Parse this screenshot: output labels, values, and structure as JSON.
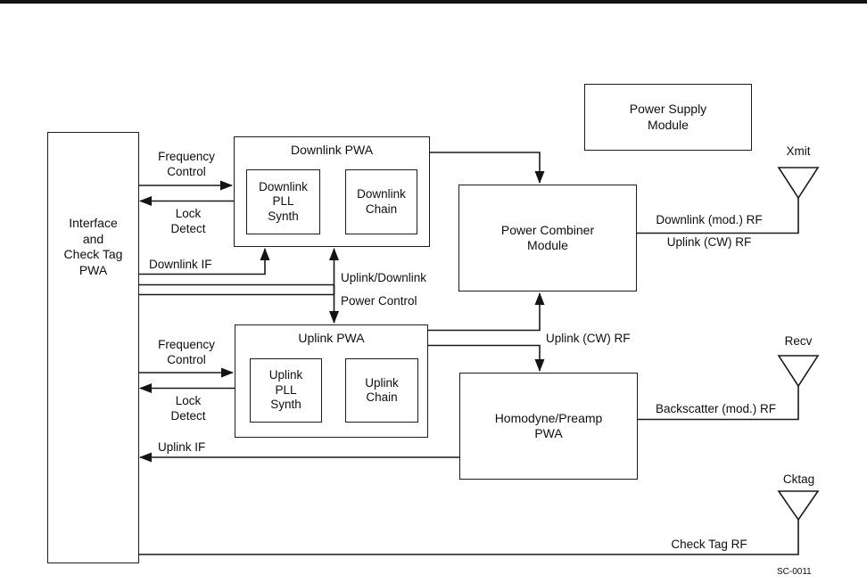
{
  "blocks": {
    "interface_pwa": {
      "label": "Interface\nand\nCheck Tag\nPWA"
    },
    "downlink_pwa": {
      "title": "Downlink PWA",
      "pll_synth": "Downlink\nPLL\nSynth",
      "chain": "Downlink\nChain"
    },
    "uplink_pwa": {
      "title": "Uplink PWA",
      "pll_synth": "Uplink\nPLL\nSynth",
      "chain": "Uplink\nChain"
    },
    "power_supply_module": {
      "label": "Power Supply\nModule"
    },
    "power_combiner_module": {
      "label": "Power Combiner\nModule"
    },
    "homodyne_preamp_pwa": {
      "label": "Homodyne/Preamp\nPWA"
    }
  },
  "signal_labels": {
    "frequency_control_downlink": "Frequency\nControl",
    "lock_detect_downlink": "Lock\nDetect",
    "downlink_if": "Downlink IF",
    "uplink_downlink": "Uplink/Downlink",
    "power_control": "Power Control",
    "frequency_control_uplink": "Frequency\nControl",
    "lock_detect_uplink": "Lock\nDetect",
    "uplink_if": "Uplink IF",
    "uplink_cw_rf": "Uplink (CW) RF",
    "downlink_mod_rf": "Downlink (mod.) RF",
    "uplink_cw_rf_antenna": "Uplink (CW) RF",
    "backscatter_mod_rf": "Backscatter (mod.) RF",
    "check_tag_rf": "Check Tag RF"
  },
  "antennas": {
    "xmit": "Xmit",
    "recv": "Recv",
    "cktag": "Cktag"
  },
  "figure_code": "SC-0011",
  "colors": {
    "line": "#1a1a1a",
    "background": "#ffffff"
  }
}
